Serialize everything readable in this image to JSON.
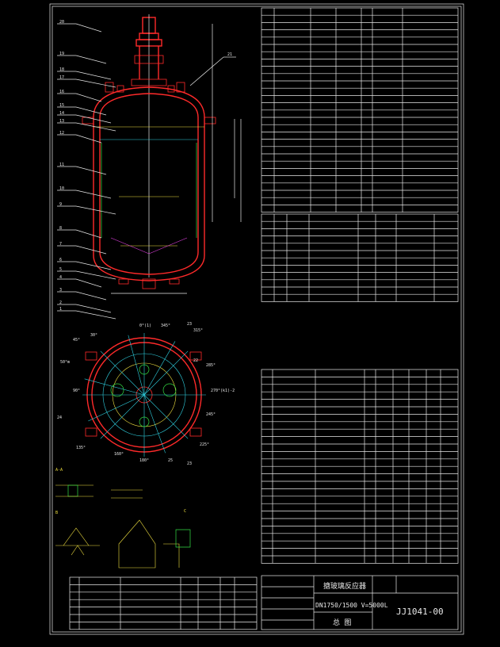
{
  "title_block": {
    "name": "搪玻璃反应器",
    "spec": "DN1750/1500  V=5000L",
    "sheet": "总 图",
    "drawing_no": "JJ1041-00"
  },
  "bottom_view": {
    "angles": [
      "0°(1)",
      "30°",
      "45°",
      "315°",
      "345°",
      "285°",
      "270°(k1)-2",
      "245°",
      "225°",
      "135°",
      "160°",
      "180°",
      "90°",
      "50°m"
    ],
    "leader_labels": [
      "23",
      "25",
      "24",
      "22",
      "23"
    ]
  },
  "main_view": {
    "left_leaders": [
      "20",
      "19",
      "18",
      "17",
      "16",
      "15",
      "14",
      "13",
      "12",
      "11",
      "10",
      "9",
      "8",
      "7",
      "6",
      "5",
      "4",
      "3",
      "2",
      "1"
    ],
    "right_leaders": [
      "21"
    ]
  },
  "detail_labels": [
    "A-A",
    "B",
    "C"
  ]
}
